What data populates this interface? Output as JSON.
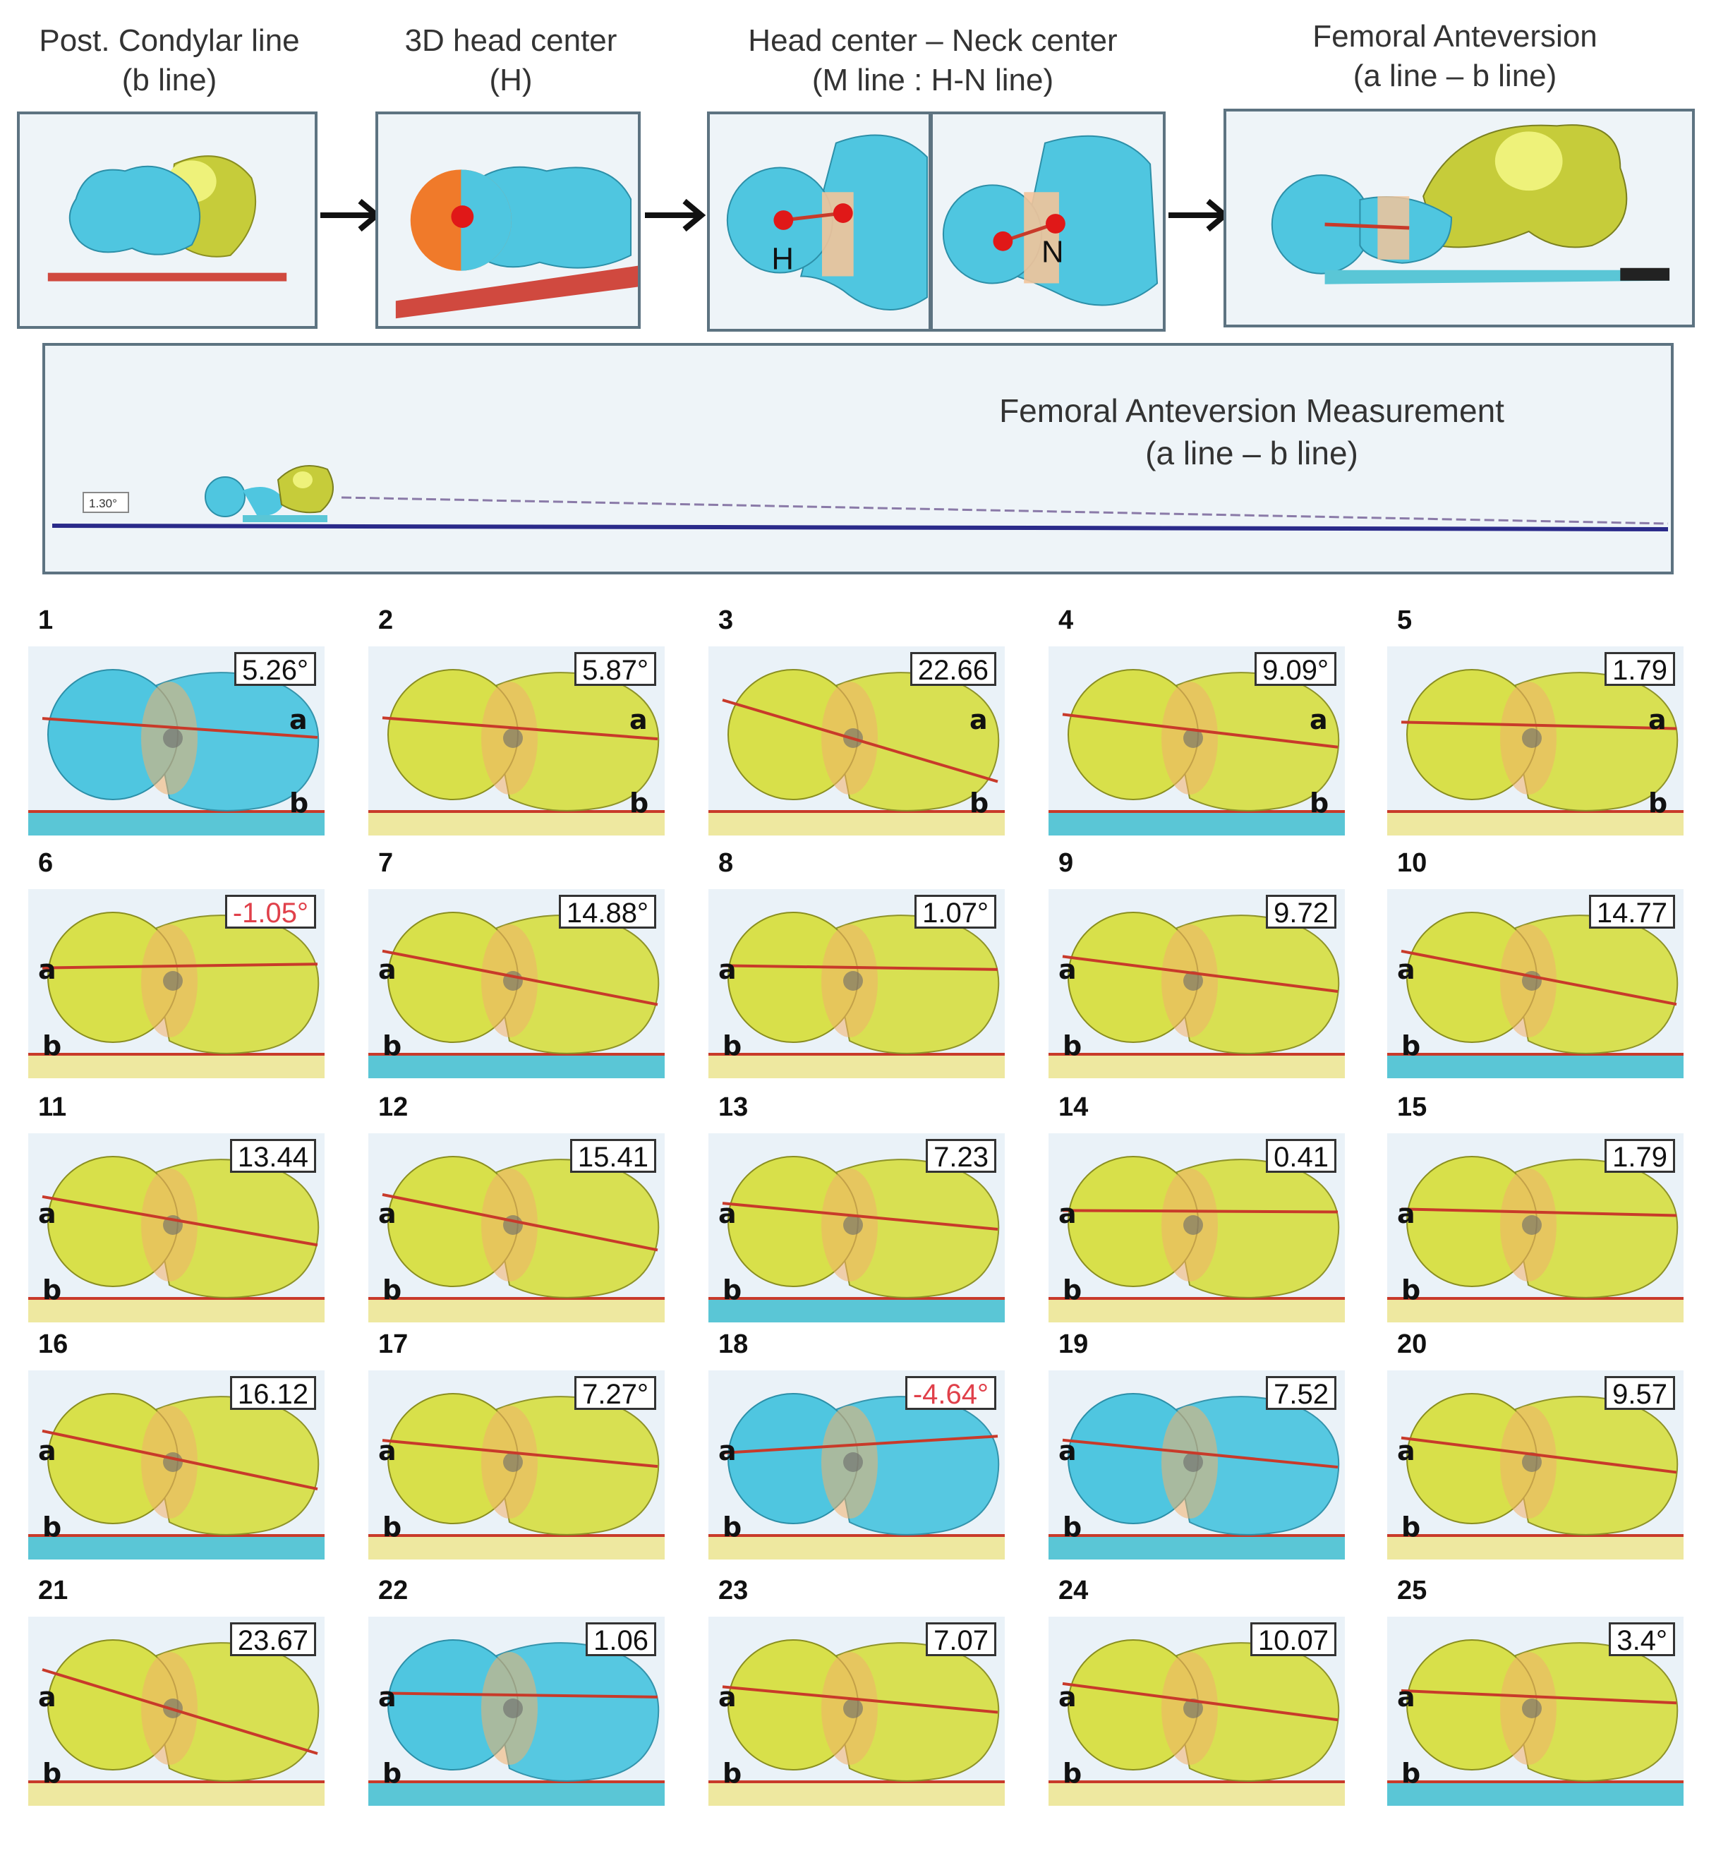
{
  "steps": [
    {
      "title": "Post. Condylar line",
      "subtitle": "(b line)"
    },
    {
      "title": "3D head center",
      "subtitle": "(H)"
    },
    {
      "title": "Head center – Neck center",
      "subtitle": "(M line : H-N line)"
    },
    {
      "title": "Femoral  Anteversion",
      "subtitle": "(a line – b line)"
    }
  ],
  "panel_labels": {
    "head": "H",
    "neck": "N"
  },
  "measurement": {
    "title": "Femoral  Anteversion Measurement",
    "subtitle": "(a line – b line)",
    "small_label": "1.30°"
  },
  "line_labels": {
    "a": "a",
    "b": "b"
  },
  "colors": {
    "bone_blue": "#4fc6e0",
    "bone_yellow": "#d8e04a",
    "neck_orange": "#f2b06a",
    "line_red": "#c83a2a",
    "negative_text": "#e0404a"
  },
  "cases": [
    {
      "num": "1",
      "angle": "5.26°",
      "bone": "blue",
      "negative": false
    },
    {
      "num": "2",
      "angle": "5.87°",
      "bone": "yellow",
      "negative": false
    },
    {
      "num": "3",
      "angle": "22.66",
      "bone": "yellow",
      "negative": false
    },
    {
      "num": "4",
      "angle": "9.09°",
      "bone": "yellow",
      "negative": false
    },
    {
      "num": "5",
      "angle": "1.79",
      "bone": "yellow",
      "negative": false
    },
    {
      "num": "6",
      "angle": "-1.05°",
      "bone": "yellow",
      "negative": true
    },
    {
      "num": "7",
      "angle": "14.88°",
      "bone": "yellow",
      "negative": false
    },
    {
      "num": "8",
      "angle": "1.07°",
      "bone": "yellow",
      "negative": false
    },
    {
      "num": "9",
      "angle": "9.72",
      "bone": "yellow",
      "negative": false
    },
    {
      "num": "10",
      "angle": "14.77",
      "bone": "yellow",
      "negative": false
    },
    {
      "num": "11",
      "angle": "13.44",
      "bone": "yellow",
      "negative": false
    },
    {
      "num": "12",
      "angle": "15.41",
      "bone": "yellow",
      "negative": false
    },
    {
      "num": "13",
      "angle": "7.23",
      "bone": "yellow",
      "negative": false
    },
    {
      "num": "14",
      "angle": "0.41",
      "bone": "yellow",
      "negative": false
    },
    {
      "num": "15",
      "angle": "1.79",
      "bone": "yellow",
      "negative": false
    },
    {
      "num": "16",
      "angle": "16.12",
      "bone": "yellow",
      "negative": false
    },
    {
      "num": "17",
      "angle": "7.27°",
      "bone": "yellow",
      "negative": false
    },
    {
      "num": "18",
      "angle": "-4.64°",
      "bone": "blue",
      "negative": true
    },
    {
      "num": "19",
      "angle": "7.52",
      "bone": "blue",
      "negative": false
    },
    {
      "num": "20",
      "angle": "9.57",
      "bone": "yellow",
      "negative": false
    },
    {
      "num": "21",
      "angle": "23.67",
      "bone": "yellow",
      "negative": false
    },
    {
      "num": "22",
      "angle": "1.06",
      "bone": "blue",
      "negative": false
    },
    {
      "num": "23",
      "angle": "7.07",
      "bone": "yellow",
      "negative": false
    },
    {
      "num": "24",
      "angle": "10.07",
      "bone": "yellow",
      "negative": false
    },
    {
      "num": "25",
      "angle": "3.4°",
      "bone": "yellow",
      "negative": false
    }
  ]
}
